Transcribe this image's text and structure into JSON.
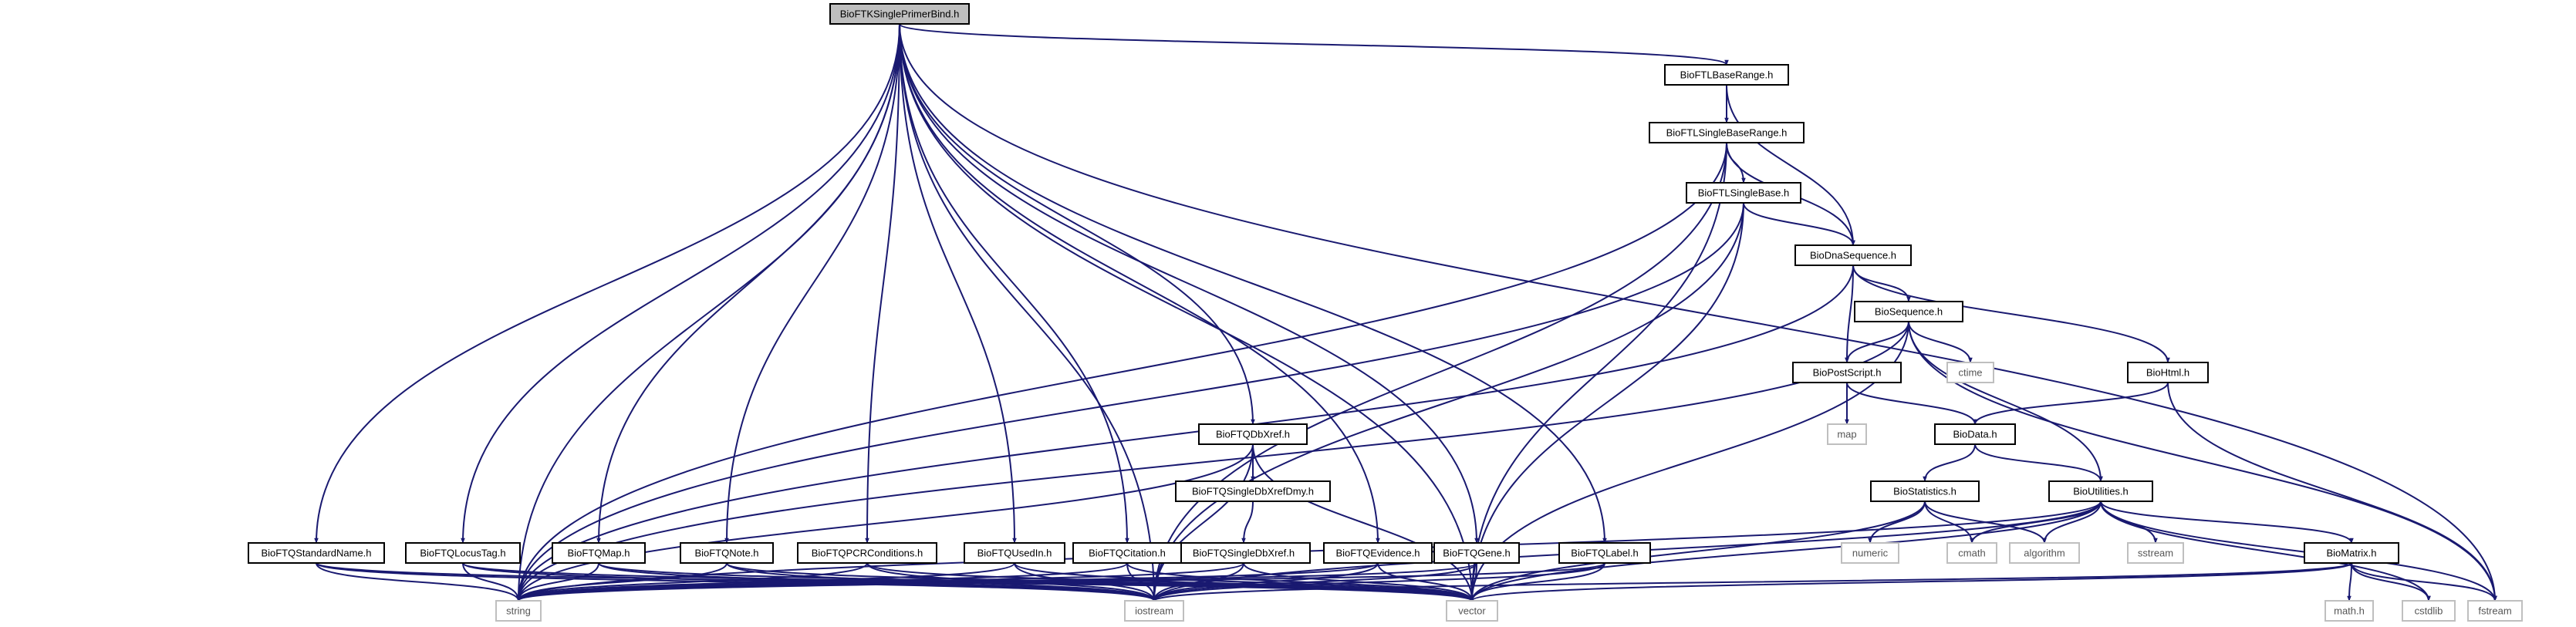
{
  "colors": {
    "edge": "#191970",
    "node_border": "#000000",
    "system_border": "#bfbfbf",
    "root_fill": "#bfbfbf"
  },
  "nodes": {
    "root": "BioFTKSinglePrimerBind.h",
    "lbaserange": "BioFTLBaseRange.h",
    "lsinglebaserange": "BioFTLSingleBaseRange.h",
    "lsinglebase": "BioFTLSingleBase.h",
    "dnaseq": "BioDnaSequence.h",
    "sequence": "BioSequence.h",
    "postscript": "BioPostScript.h",
    "html": "BioHtml.h",
    "data": "BioData.h",
    "statistics": "BioStatistics.h",
    "utilities": "BioUtilities.h",
    "matrix": "BioMatrix.h",
    "qdbxref": "BioFTQDbXref.h",
    "qsingledbxrefdmy": "BioFTQSingleDbXrefDmy.h",
    "qsingledbxref": "BioFTQSingleDbXref.h",
    "qstandardname": "BioFTQStandardName.h",
    "qlocustag": "BioFTQLocusTag.h",
    "qmap": "BioFTQMap.h",
    "qnote": "BioFTQNote.h",
    "qpcrconditions": "BioFTQPCRConditions.h",
    "qusedin": "BioFTQUsedIn.h",
    "qcitation": "BioFTQCitation.h",
    "qevidence": "BioFTQEvidence.h",
    "qgene": "BioFTQGene.h",
    "qlabel": "BioFTQLabel.h",
    "string": "string",
    "iostream": "iostream",
    "vector": "vector",
    "fstream": "fstream",
    "ctime": "ctime",
    "map": "map",
    "numeric": "numeric",
    "cmath": "cmath",
    "algorithm": "algorithm",
    "sstream": "sstream",
    "cstdlib": "cstdlib",
    "mathh": "math.h"
  },
  "edges": [
    [
      "root",
      "lbaserange"
    ],
    [
      "root",
      "qstandardname"
    ],
    [
      "root",
      "qlocustag"
    ],
    [
      "root",
      "qmap"
    ],
    [
      "root",
      "qnote"
    ],
    [
      "root",
      "qpcrconditions"
    ],
    [
      "root",
      "qusedin"
    ],
    [
      "root",
      "qcitation"
    ],
    [
      "root",
      "qdbxref"
    ],
    [
      "root",
      "qevidence"
    ],
    [
      "root",
      "qgene"
    ],
    [
      "root",
      "qlabel"
    ],
    [
      "root",
      "string"
    ],
    [
      "root",
      "iostream"
    ],
    [
      "root",
      "vector"
    ],
    [
      "root",
      "fstream"
    ],
    [
      "lbaserange",
      "lsinglebaserange"
    ],
    [
      "lbaserange",
      "dnaseq"
    ],
    [
      "lsinglebaserange",
      "lsinglebase"
    ],
    [
      "lsinglebaserange",
      "dnaseq"
    ],
    [
      "lsinglebaserange",
      "string"
    ],
    [
      "lsinglebaserange",
      "iostream"
    ],
    [
      "lsinglebaserange",
      "vector"
    ],
    [
      "lsinglebase",
      "dnaseq"
    ],
    [
      "lsinglebase",
      "string"
    ],
    [
      "lsinglebase",
      "iostream"
    ],
    [
      "lsinglebase",
      "vector"
    ],
    [
      "dnaseq",
      "sequence"
    ],
    [
      "dnaseq",
      "postscript"
    ],
    [
      "dnaseq",
      "html"
    ],
    [
      "dnaseq",
      "string"
    ],
    [
      "sequence",
      "postscript"
    ],
    [
      "sequence",
      "ctime"
    ],
    [
      "sequence",
      "utilities"
    ],
    [
      "sequence",
      "string"
    ],
    [
      "sequence",
      "vector"
    ],
    [
      "sequence",
      "fstream"
    ],
    [
      "postscript",
      "map"
    ],
    [
      "postscript",
      "data"
    ],
    [
      "html",
      "data"
    ],
    [
      "html",
      "fstream"
    ],
    [
      "data",
      "statistics"
    ],
    [
      "data",
      "utilities"
    ],
    [
      "statistics",
      "numeric"
    ],
    [
      "statistics",
      "cmath"
    ],
    [
      "statistics",
      "algorithm"
    ],
    [
      "statistics",
      "vector"
    ],
    [
      "utilities",
      "cmath"
    ],
    [
      "utilities",
      "algorithm"
    ],
    [
      "utilities",
      "sstream"
    ],
    [
      "utilities",
      "matrix"
    ],
    [
      "utilities",
      "cstdlib"
    ],
    [
      "utilities",
      "fstream"
    ],
    [
      "utilities",
      "string"
    ],
    [
      "utilities",
      "iostream"
    ],
    [
      "utilities",
      "vector"
    ],
    [
      "matrix",
      "mathh"
    ],
    [
      "matrix",
      "cstdlib"
    ],
    [
      "matrix",
      "fstream"
    ],
    [
      "matrix",
      "iostream"
    ],
    [
      "matrix",
      "vector"
    ],
    [
      "qdbxref",
      "qsingledbxrefdmy"
    ],
    [
      "qdbxref",
      "string"
    ],
    [
      "qdbxref",
      "iostream"
    ],
    [
      "qdbxref",
      "vector"
    ],
    [
      "qsingledbxrefdmy",
      "qsingledbxref"
    ],
    [
      "qsingledbxref",
      "string"
    ],
    [
      "qsingledbxref",
      "iostream"
    ],
    [
      "qsingledbxref",
      "vector"
    ],
    [
      "qstandardname",
      "string"
    ],
    [
      "qstandardname",
      "iostream"
    ],
    [
      "qstandardname",
      "vector"
    ],
    [
      "qlocustag",
      "string"
    ],
    [
      "qlocustag",
      "iostream"
    ],
    [
      "qlocustag",
      "vector"
    ],
    [
      "qmap",
      "string"
    ],
    [
      "qmap",
      "iostream"
    ],
    [
      "qmap",
      "vector"
    ],
    [
      "qnote",
      "string"
    ],
    [
      "qnote",
      "iostream"
    ],
    [
      "qnote",
      "vector"
    ],
    [
      "qpcrconditions",
      "string"
    ],
    [
      "qpcrconditions",
      "iostream"
    ],
    [
      "qpcrconditions",
      "vector"
    ],
    [
      "qusedin",
      "string"
    ],
    [
      "qusedin",
      "iostream"
    ],
    [
      "qusedin",
      "vector"
    ],
    [
      "qcitation",
      "string"
    ],
    [
      "qcitation",
      "iostream"
    ],
    [
      "qcitation",
      "vector"
    ],
    [
      "qevidence",
      "string"
    ],
    [
      "qevidence",
      "iostream"
    ],
    [
      "qevidence",
      "vector"
    ],
    [
      "qgene",
      "string"
    ],
    [
      "qgene",
      "iostream"
    ],
    [
      "qgene",
      "vector"
    ],
    [
      "qlabel",
      "string"
    ],
    [
      "qlabel",
      "iostream"
    ],
    [
      "qlabel",
      "vector"
    ]
  ]
}
